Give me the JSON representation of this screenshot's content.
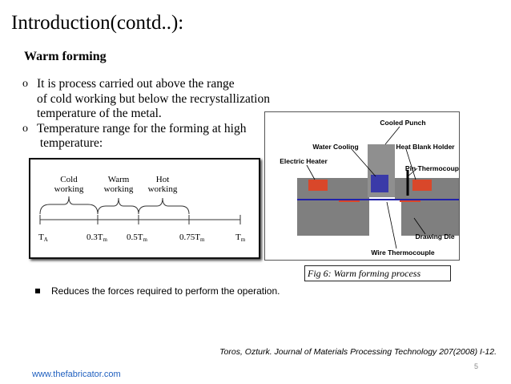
{
  "slide": {
    "title": "Introduction(contd..):",
    "subtitle": "Warm forming",
    "bullets": [
      {
        "marker": "o",
        "lines": [
          "It is process carried out above the range",
          "of cold working but below the recrystallization",
          "temperature of the metal."
        ]
      },
      {
        "marker": "o",
        "lines": [
          "Temperature range for the forming at high",
          " temperature:"
        ]
      }
    ],
    "bullet_sub": "Reduces the forces required to perform the operation.",
    "reference": "Toros, Ozturk. Journal of Materials Processing Technology 207(2008) I-12.",
    "page_number": "5",
    "footer_url": "www.thefabricator.com"
  },
  "temp_scale": {
    "ranges": [
      {
        "line1": "Cold",
        "line2": "working"
      },
      {
        "line1": "Warm",
        "line2": "working"
      },
      {
        "line1": "Hot",
        "line2": "working"
      }
    ],
    "ticks": [
      {
        "main": "T",
        "sub": "A",
        "prefix": ""
      },
      {
        "main": "T",
        "sub": "m",
        "prefix": "0.3"
      },
      {
        "main": "T",
        "sub": "m",
        "prefix": "0.5"
      },
      {
        "main": "T",
        "sub": "m",
        "prefix": "0.75"
      },
      {
        "main": "T",
        "sub": "m",
        "prefix": ""
      }
    ]
  },
  "figure": {
    "labels": {
      "cooled_punch": "Cooled Punch",
      "water_cooling": "Water Cooling",
      "heat_blank_holder": "Heat Blank Holder",
      "electric_heater": "Electric Heater",
      "pin_thermocouple": "Pin Thermocouple",
      "drawing_die": "Drawing Die",
      "wire_thermocouple": "Wire Thermocouple"
    },
    "caption": "Fig 6: Warm forming process"
  }
}
